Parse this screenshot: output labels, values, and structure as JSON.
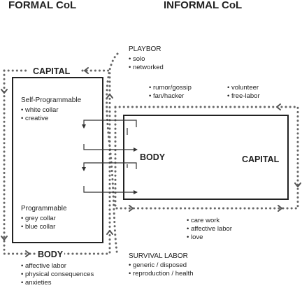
{
  "headers": {
    "formal": "FORMAL CoL",
    "informal": "INFORMAL CoL"
  },
  "formal_box": {
    "capital": "CAPITAL",
    "body": "BODY",
    "self_programmable": {
      "title": "Self-Programmable",
      "items": [
        "white collar",
        "creative"
      ]
    },
    "programmable": {
      "title": "Programmable",
      "items": [
        "grey collar",
        "blue collar"
      ]
    },
    "body_items": [
      "affective labor",
      "physical consequences",
      "anxieties"
    ]
  },
  "informal_box": {
    "body": "BODY",
    "capital": "CAPITAL"
  },
  "playbor": {
    "title": "PLAYBOR",
    "items": [
      "solo",
      "networked"
    ]
  },
  "middle_top_left": [
    "rumor/gossip",
    "fan/hacker"
  ],
  "middle_top_right": [
    "volunteer",
    "free-labor"
  ],
  "care": [
    "care work",
    "affective labor",
    "love"
  ],
  "survival": {
    "title": "SURVIVAL LABOR",
    "items": [
      "generic / disposed",
      "reproduction / health"
    ]
  },
  "colors": {
    "line": "#222222",
    "dots": "#666666"
  }
}
